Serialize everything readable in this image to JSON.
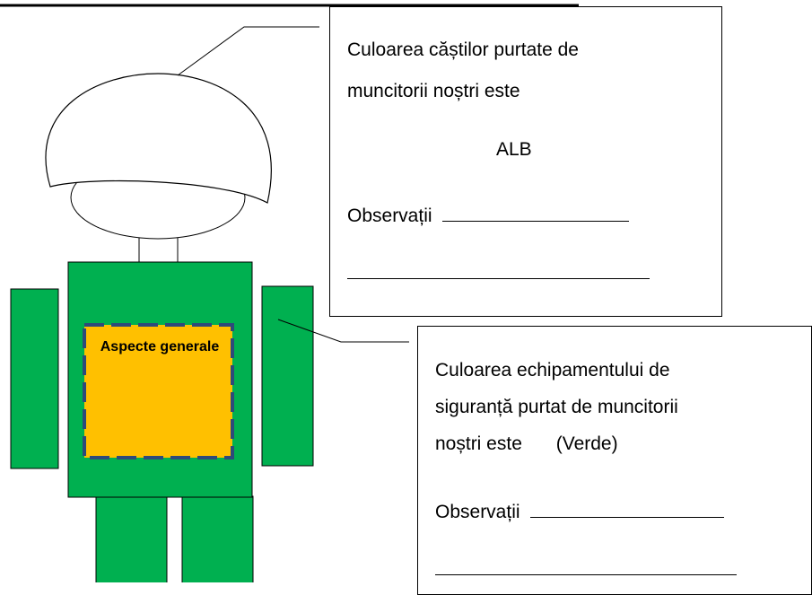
{
  "figure": {
    "center_label": "Aspecte generale",
    "colors": {
      "body": "#00b050",
      "badge_fill": "#ffc000",
      "badge_border": "#2e4a7a",
      "outline": "#000000"
    }
  },
  "card_helmet": {
    "line1": "Culoarea căștilor purtate de",
    "line2": "muncitorii noștri este",
    "answer": "ALB",
    "obs_label": "Observații"
  },
  "card_equipment": {
    "line1": "Culoarea echipamentului de",
    "line2": "siguranță purtat de muncitorii",
    "line3": "noștri este",
    "answer": "(Verde)",
    "obs_label": "Observații"
  }
}
